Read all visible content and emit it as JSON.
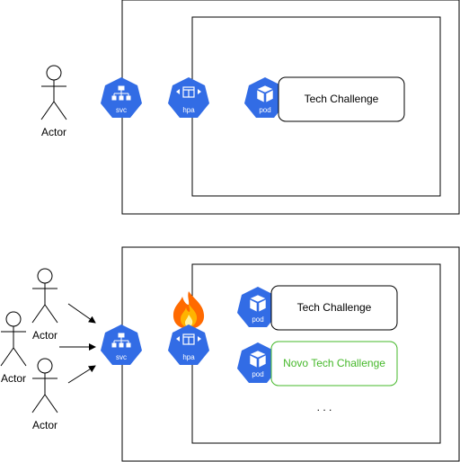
{
  "top": {
    "actor": {
      "label": "Actor"
    },
    "svc": {
      "label": "svc"
    },
    "hpa": {
      "label": "hpa"
    },
    "pod": {
      "label": "pod",
      "app_label": "Tech Challenge"
    }
  },
  "bottom": {
    "actors": [
      {
        "label": "Actor"
      },
      {
        "label": "Actor"
      },
      {
        "label": "Actor"
      }
    ],
    "svc": {
      "label": "svc"
    },
    "hpa": {
      "label": "hpa"
    },
    "pods": [
      {
        "label": "pod",
        "app_label": "Tech Challenge"
      },
      {
        "label": "pod",
        "app_label": "Novo Tech Challenge"
      }
    ],
    "more": ". . ."
  },
  "colors": {
    "k8s_blue": "#326ce5",
    "new_green": "#45b82a",
    "flame": "#ff6a00"
  },
  "icons": {
    "scaling": "fire-icon"
  }
}
